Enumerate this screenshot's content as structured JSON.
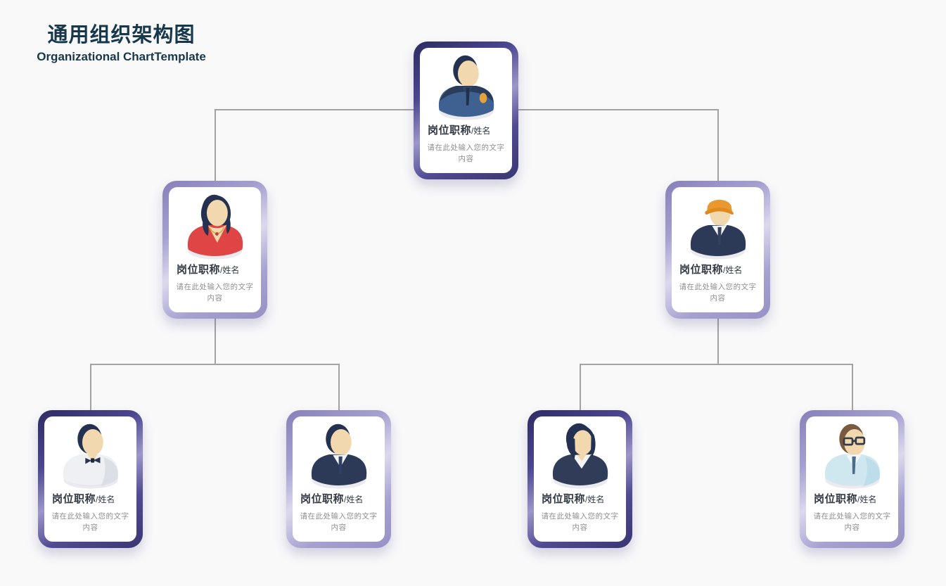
{
  "header": {
    "title": "通用组织架构图",
    "subtitle": "Organizational ChartTemplate"
  },
  "palette": {
    "background": "#f9f9fa",
    "connector_line": "#a3a3a3",
    "heading_text": "#17374d",
    "card_title_text": "#333a46",
    "card_body_text": "#8f8f8f",
    "card_face": "#ffffff",
    "border_dark_start": "#2e2b62",
    "border_dark_sheen": "#9c96c9",
    "border_dark_end": "#393672",
    "border_light_start": "#8680b9",
    "border_light_sheen": "#dcd9ee",
    "border_light_end": "#9690c5"
  },
  "org_chart": {
    "type": "org-tree",
    "levels": 3,
    "node_title": "岗位职称",
    "node_title_suffix": "/姓名",
    "node_body": "请在此处输入您的文字内容",
    "nodes": [
      {
        "id": "root",
        "parent": null,
        "level": 1,
        "border": "dark",
        "avatar": "police-officer-avatar",
        "title": "岗位职称",
        "suffix": "/姓名",
        "body": "请在此处输入您的文字内容"
      },
      {
        "id": "l2-left",
        "parent": "root",
        "level": 2,
        "border": "light",
        "avatar": "woman-long-hair-red-top-avatar",
        "title": "岗位职称",
        "suffix": "/姓名",
        "body": "请在此处输入您的文字内容"
      },
      {
        "id": "l2-right",
        "parent": "root",
        "level": 2,
        "border": "light",
        "avatar": "engineer-hard-hat-avatar",
        "title": "岗位职称",
        "suffix": "/姓名",
        "body": "请在此处输入您的文字内容"
      },
      {
        "id": "l3-1",
        "parent": "l2-left",
        "level": 3,
        "border": "dark",
        "avatar": "man-white-shirt-bow-tie-avatar",
        "title": "岗位职称",
        "suffix": "/姓名",
        "body": "请在此处输入您的文字内容"
      },
      {
        "id": "l3-2",
        "parent": "l2-left",
        "level": 3,
        "border": "light",
        "avatar": "man-dark-suit-tie-avatar",
        "title": "岗位职称",
        "suffix": "/姓名",
        "body": "请在此处输入您的文字内容"
      },
      {
        "id": "l3-3",
        "parent": "l2-right",
        "level": 3,
        "border": "dark",
        "avatar": "woman-bob-hair-suit-avatar",
        "title": "岗位职称",
        "suffix": "/姓名",
        "body": "请在此处输入您的文字内容"
      },
      {
        "id": "l3-4",
        "parent": "l2-right",
        "level": 3,
        "border": "light",
        "avatar": "man-glasses-blue-shirt-avatar",
        "title": "岗位职称",
        "suffix": "/姓名",
        "body": "请在此处输入您的文字内容"
      }
    ]
  }
}
